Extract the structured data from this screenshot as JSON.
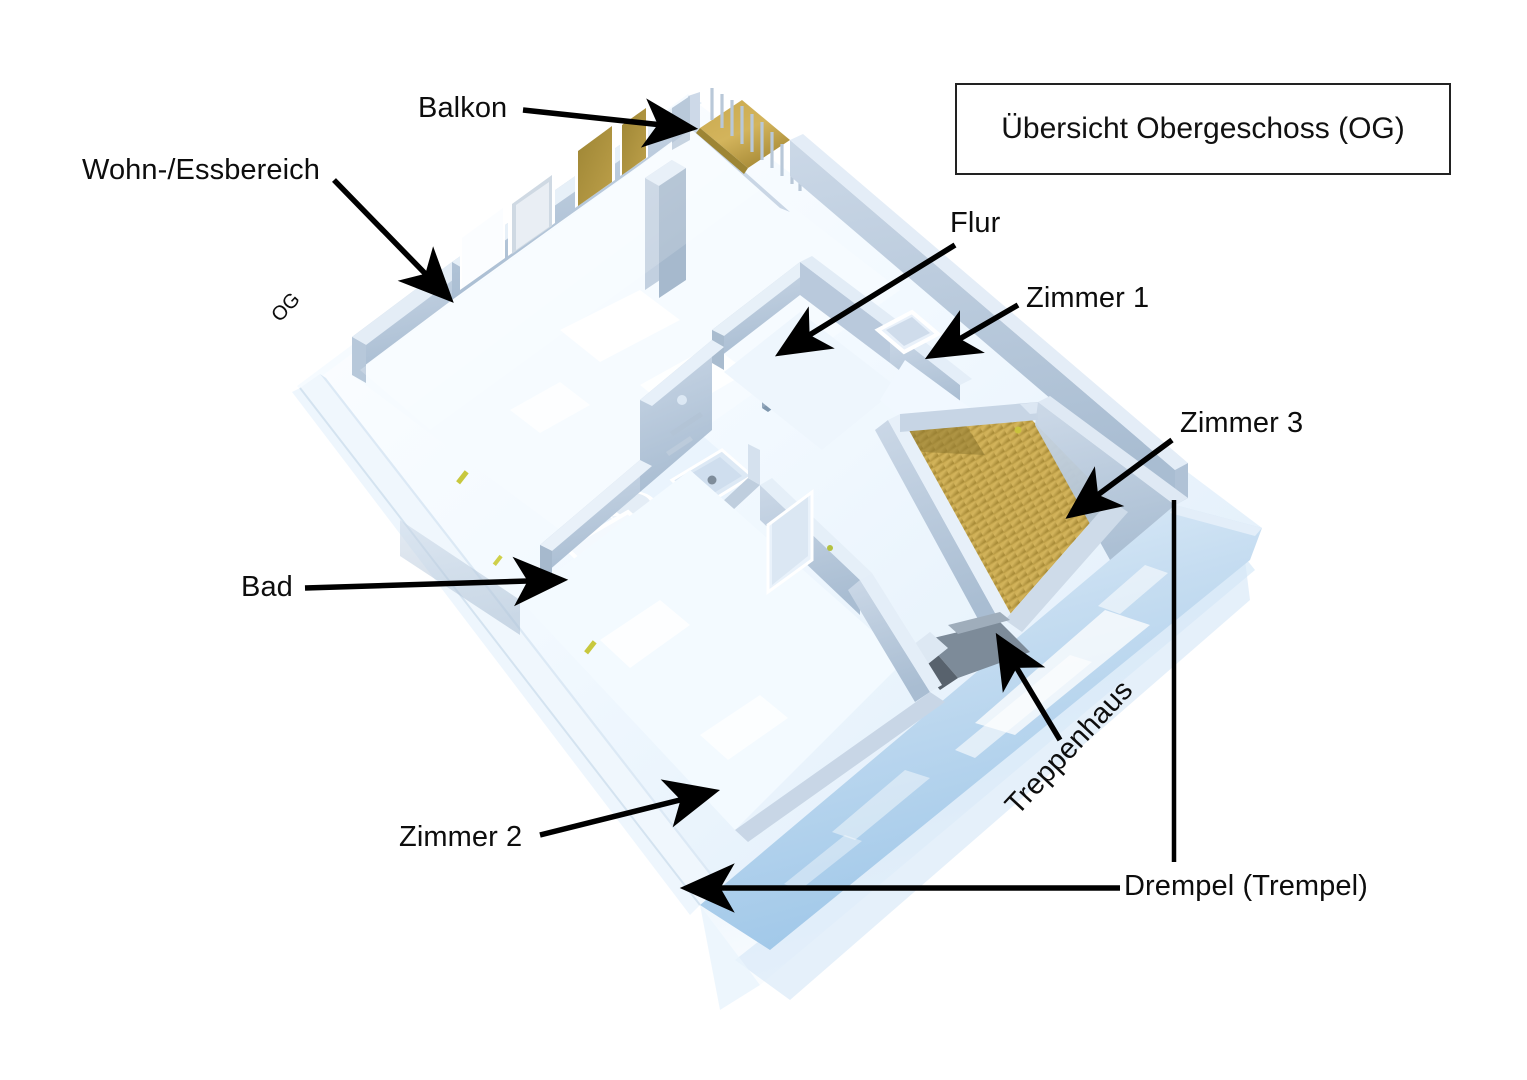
{
  "title_box": {
    "text": "Übersicht Obergeschoss (OG)"
  },
  "floor_tag": {
    "text": "OG"
  },
  "labels": [
    {
      "id": "balkon",
      "text": "Balkon"
    },
    {
      "id": "wohn_ess",
      "text": "Wohn-/Essbereich"
    },
    {
      "id": "flur",
      "text": "Flur"
    },
    {
      "id": "zimmer1",
      "text": "Zimmer 1"
    },
    {
      "id": "zimmer3",
      "text": "Zimmer 3"
    },
    {
      "id": "bad",
      "text": "Bad"
    },
    {
      "id": "zimmer2",
      "text": "Zimmer 2"
    },
    {
      "id": "treppenhaus",
      "text": "Treppenhaus"
    },
    {
      "id": "drempel",
      "text": "Drempel (Trempel)"
    }
  ],
  "diagram": {
    "kind": "3d-floor-plan-isometric",
    "floor": "Obergeschoss (OG)",
    "rooms": [
      "Wohn-/Essbereich",
      "Balkon",
      "Flur",
      "Bad",
      "Zimmer 1",
      "Zimmer 2",
      "Zimmer 3",
      "Treppenhaus",
      "Drempel (Trempel)"
    ],
    "features": [
      "balcony-railing",
      "windows",
      "shower-tray",
      "toilet",
      "washbasin",
      "wooden-floor-zimmer-3",
      "wooden-balcony-deck",
      "stairwell-opening",
      "knee-wall-drempel"
    ]
  },
  "colors": {
    "wall_light": "#d7e1ec",
    "wall_mid": "#c3d1e0",
    "wall_shade": "#aebfd2",
    "wall_dark": "#96a9bf",
    "floor_white": "#f3f9ff",
    "floor_wood": "#c9a council",
    "wood": "#c3a24a",
    "wood_dark": "#8f7a32",
    "shadow_blue": "#bcd7ee",
    "shadow_pale": "#e3f0fb",
    "outline": "#000000",
    "text": "#0d0d0d",
    "box_border": "#222222",
    "background": "#ffffff"
  }
}
